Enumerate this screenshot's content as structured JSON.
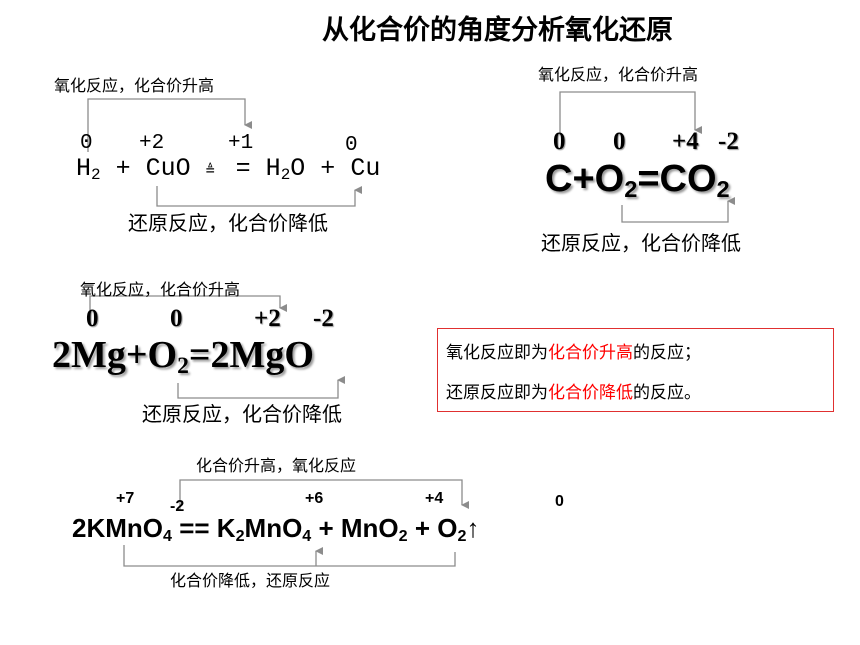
{
  "title": "从化合价的角度分析氧化还原",
  "eq1": {
    "top_note": "氧化反应，化合价升高",
    "bottom_note": "还原反应，化合价降低",
    "ox": [
      "0",
      "+2",
      "+1",
      "0"
    ],
    "parts": [
      "H",
      "2",
      " + CuO ",
      "≜",
      " = ",
      "H",
      "2",
      "O + ",
      "Cu"
    ]
  },
  "eq2": {
    "top_note": "氧化反应，化合价升高",
    "bottom_note": "还原反应，化合价降低",
    "ox": [
      "0",
      "0",
      "+4",
      "-2"
    ],
    "parts": [
      "C+O",
      "2",
      "=CO",
      "2"
    ]
  },
  "eq3": {
    "top_note": "氧化反应，化合价升高",
    "bottom_note": "还原反应，化合价降低",
    "ox": [
      "0",
      "0",
      "+2",
      "-2"
    ],
    "parts": [
      "2Mg+O",
      "2",
      "=2MgO"
    ]
  },
  "summary_box": {
    "line1_a": "氧化反应即为",
    "line1_b": "化合价升高",
    "line1_c": "的反应；",
    "line2_a": "还原反应即为",
    "line2_b": "化合价降低",
    "line2_c": "的反应。"
  },
  "eq4": {
    "top_note": "化合价升高，氧化反应",
    "bottom_note": "化合价降低，还原反应",
    "ox": [
      "+7",
      "-2",
      "+6",
      "+4",
      "0"
    ],
    "parts": [
      "2KMnO",
      "4",
      " == K",
      "2",
      "MnO",
      "4",
      " + MnO",
      "2",
      " + O",
      "2",
      "↑"
    ]
  },
  "colors": {
    "highlight": "#ff0000",
    "box_border": "#e03030",
    "bracket": "#8c8c8c"
  }
}
